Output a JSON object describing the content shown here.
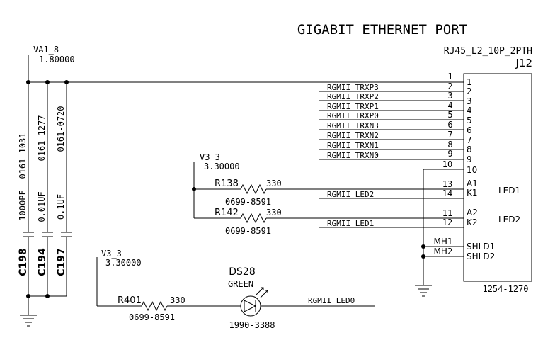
{
  "title": "GIGABIT ETHERNET PORT",
  "connector": {
    "part": "RJ45_L2_10P_2PTH",
    "ref": "J12",
    "part_number": "1254-1270",
    "led1_label": "LED1",
    "led2_label": "LED2",
    "pins_outside": [
      "1",
      "2",
      "3",
      "4",
      "5",
      "6",
      "7",
      "8",
      "9",
      "10",
      "13",
      "14",
      "11",
      "12",
      "MH1",
      "MH2"
    ],
    "pins_inside": [
      "1",
      "2",
      "3",
      "4",
      "5",
      "6",
      "7",
      "8",
      "9",
      "10",
      "A1",
      "K1",
      "A2",
      "K2",
      "SHLD1",
      "SHLD2"
    ]
  },
  "nets": {
    "trx": [
      "RGMII_TRXP3",
      "RGMII_TRXP2",
      "RGMII_TRXP1",
      "RGMII_TRXP0",
      "RGMII_TRXN3",
      "RGMII_TRXN2",
      "RGMII_TRXN1",
      "RGMII_TRXN0"
    ],
    "led2": "RGMII_LED2",
    "led1": "RGMII_LED1",
    "led0": "RGMII LED0"
  },
  "power": {
    "va1": {
      "name": "VA1_8",
      "value": "1.80000"
    },
    "v33_top": {
      "name": "V3_3",
      "value": "3.30000"
    },
    "v33_bottom": {
      "name": "V3_3",
      "value": "3.30000"
    }
  },
  "resistors": [
    {
      "ref": "R138",
      "value": "330",
      "pn": "0699-8591"
    },
    {
      "ref": "R142",
      "value": "330",
      "pn": "0699-8591"
    },
    {
      "ref": "R401",
      "value": "330",
      "pn": "0699-8591"
    }
  ],
  "capacitors": [
    {
      "ref": "C198",
      "value": "1000PF",
      "pn": "0161-1031"
    },
    {
      "ref": "C194",
      "value": "0.01UF",
      "pn": "0161-1277"
    },
    {
      "ref": "C197",
      "value": "0.1UF",
      "pn": "0161-0720"
    }
  ],
  "led": {
    "ref": "DS28",
    "color": "GREEN",
    "pn": "1990-3388"
  }
}
